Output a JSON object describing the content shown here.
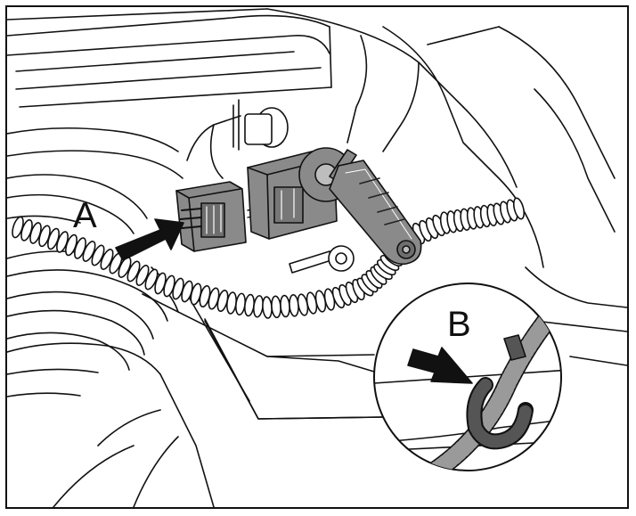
{
  "callouts": {
    "a": "A",
    "b": "B"
  },
  "parts": {
    "connector": "electrical-connector",
    "sensor": "ride-height-sensor",
    "harness": "wiring-harness",
    "tie": "cable-tie"
  },
  "colors": {
    "line": "#111111",
    "part_fill": "#8a8a8a",
    "harness_fill": "#9a9a9a",
    "background": "#ffffff"
  }
}
